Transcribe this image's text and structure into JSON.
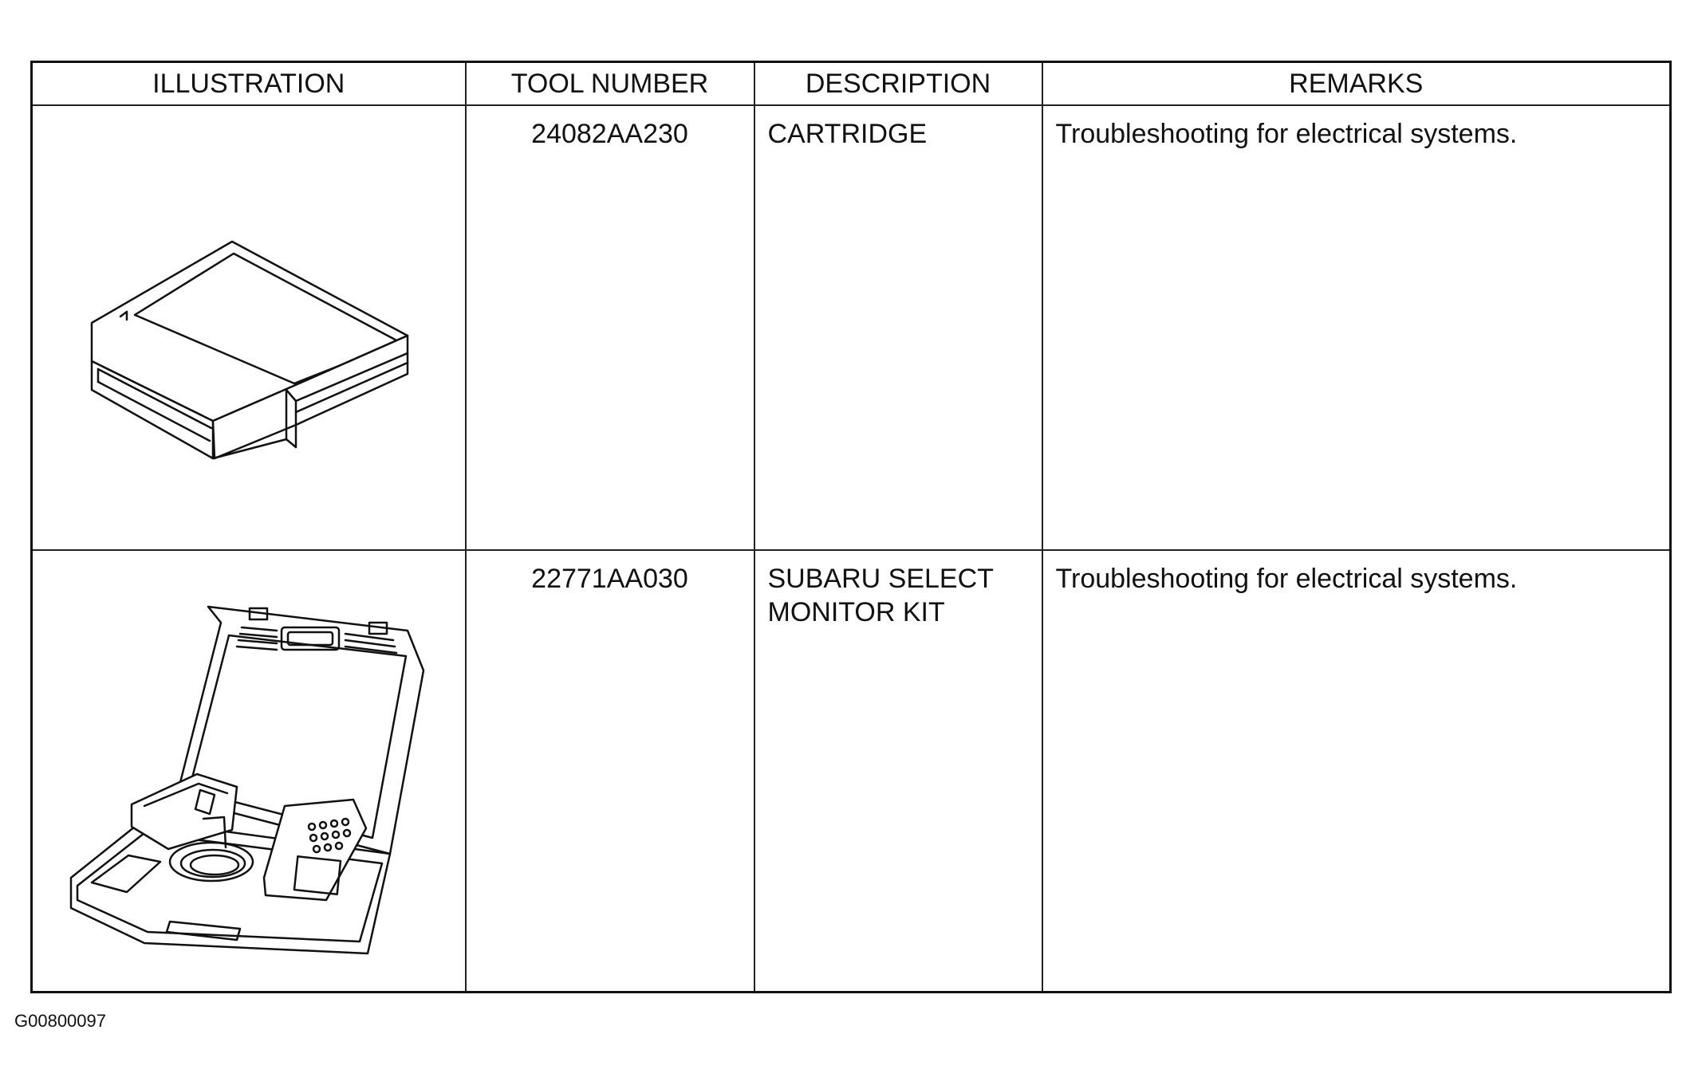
{
  "table": {
    "headers": {
      "illustration": "ILLUSTRATION",
      "tool_number": "TOOL NUMBER",
      "description": "DESCRIPTION",
      "remarks": "REMARKS"
    },
    "rows": [
      {
        "illustration_icon": "cartridge-icon",
        "tool_number": "24082AA230",
        "description_line1": "CARTRIDGE",
        "description_line2": "",
        "remarks": "Troubleshooting for electrical systems."
      },
      {
        "illustration_icon": "select-monitor-kit-icon",
        "tool_number": "22771AA030",
        "description_line1": "SUBARU SELECT",
        "description_line2": "MONITOR KIT",
        "remarks": "Troubleshooting for electrical systems."
      }
    ]
  },
  "figure_code": "G00800097"
}
